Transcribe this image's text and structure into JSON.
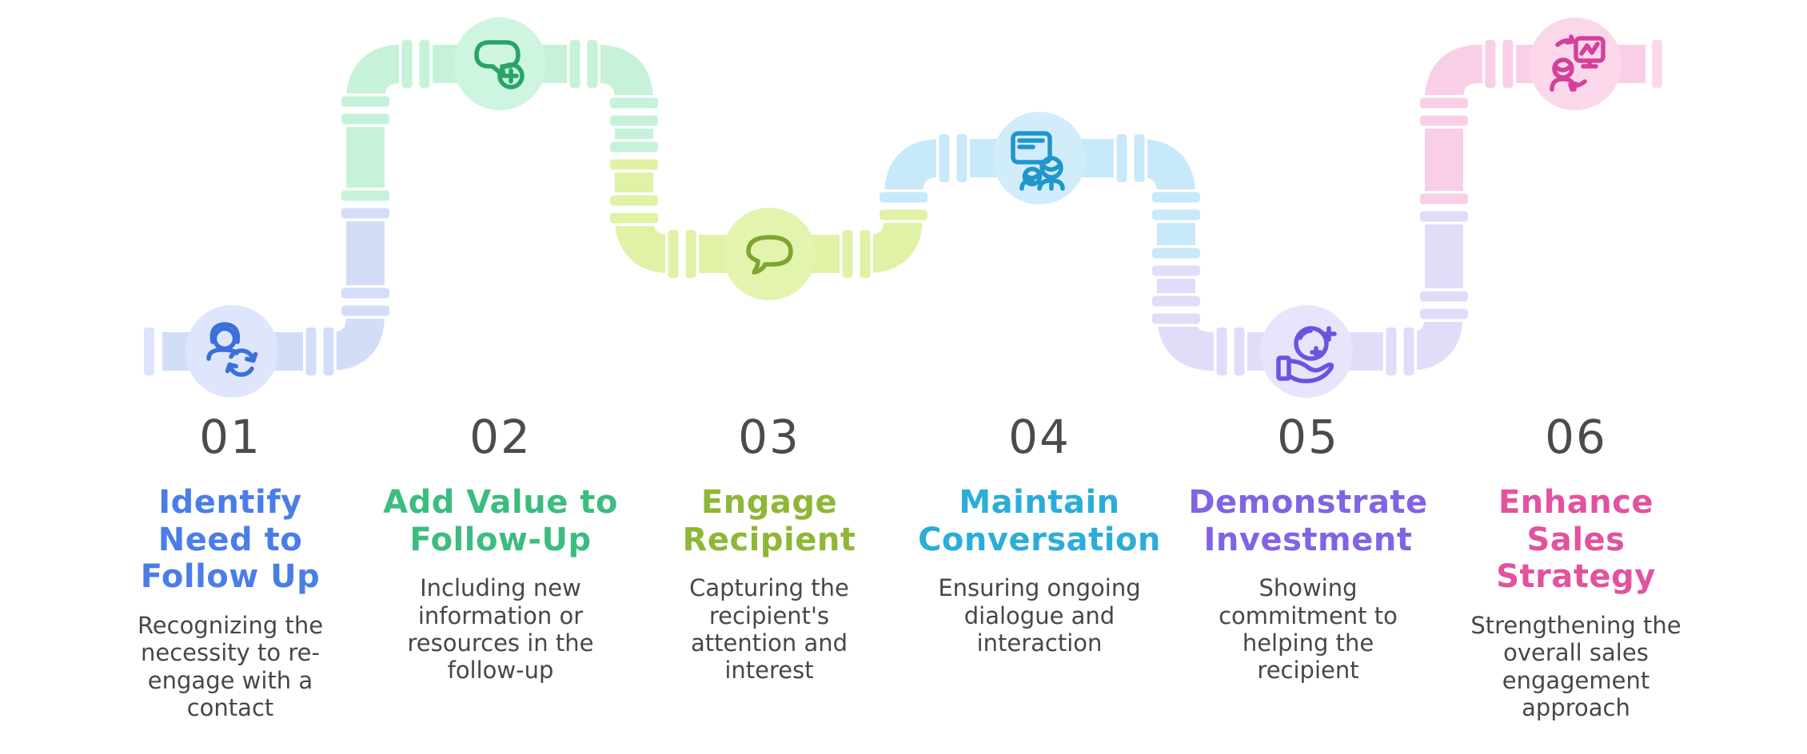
{
  "background_color": "#ffffff",
  "steps": [
    {
      "number": "01",
      "title": "Identify\nNeed to\nFollow Up",
      "description": "Recognizing the\nnecessity to re-\nengage with a\ncontact",
      "title_color": "#4a7de8",
      "pipe_color": "#d3ddf8",
      "circle_color": "#dfe6fc",
      "icon": "person-sync-icon",
      "icon_color": "#3b70d9"
    },
    {
      "number": "02",
      "title": "Add Value to\nFollow-Up",
      "description": "Including new\ninformation or\nresources in the\nfollow-up",
      "title_color": "#3bbc80",
      "pipe_color": "#c5f2d9",
      "circle_color": "#cdf5e0",
      "icon": "chat-add-icon",
      "icon_color": "#27a567"
    },
    {
      "number": "03",
      "title": "Engage\nRecipient",
      "description": "Capturing the\nrecipient's\nattention and\ninterest",
      "title_color": "#8fb636",
      "pipe_color": "#e0f2a5",
      "circle_color": "#e3f4ae",
      "icon": "chat-bubble-icon",
      "icon_color": "#7fa42f"
    },
    {
      "number": "04",
      "title": "Maintain\nConversation",
      "description": "Ensuring ongoing\ndialogue and\ninteraction",
      "title_color": "#2badd8",
      "pipe_color": "#c7e9fa",
      "circle_color": "#d1ecfb",
      "icon": "conversation-people-icon",
      "icon_color": "#1f96cc"
    },
    {
      "number": "05",
      "title": "Demonstrate\nInvestment",
      "description": "Showing\ncommitment to\nhelping the\nrecipient",
      "title_color": "#8263e3",
      "pipe_color": "#e1ddf9",
      "circle_color": "#e8e4fc",
      "icon": "hand-sparkle-icon",
      "icon_color": "#6a55de"
    },
    {
      "number": "06",
      "title": "Enhance\nSales\nStrategy",
      "description": "Strengthening the\noverall sales\nengagement\napproach",
      "title_color": "#e2529f",
      "pipe_color": "#f9cfe7",
      "circle_color": "#fbd7ea",
      "icon": "sales-presentation-icon",
      "icon_color": "#d4409a"
    }
  ]
}
